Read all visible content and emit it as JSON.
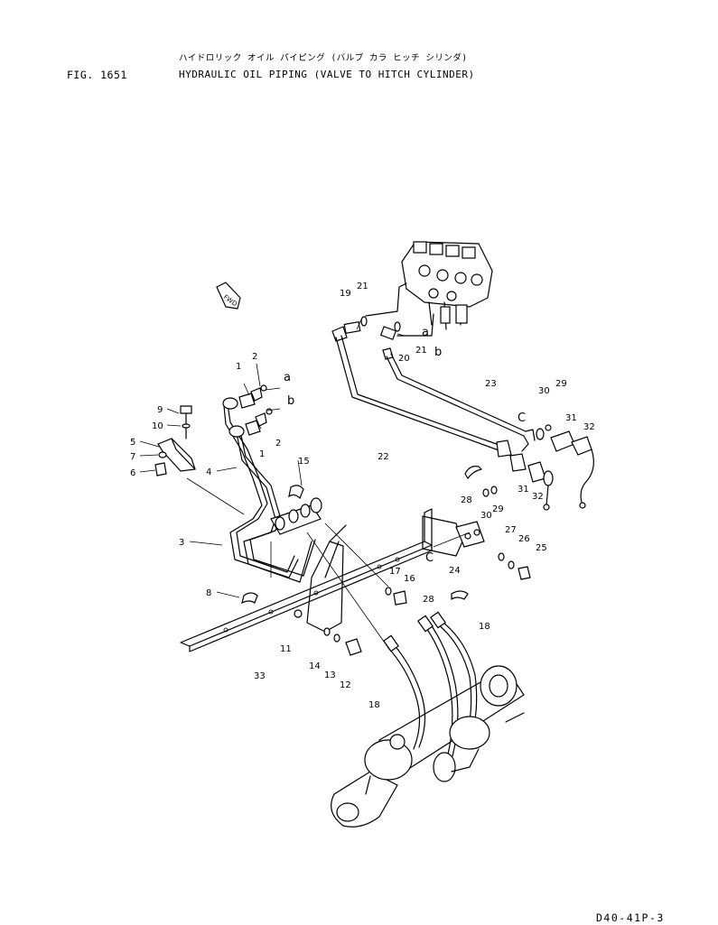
{
  "header": {
    "title_kana": "ハイドロリック オイル パイピング (バルブ カラ ヒッチ シリンダ)",
    "fig_label": "FIG. 1651",
    "title_en": "HYDRAULIC OIL PIPING (VALVE TO HITCH CYLINDER)"
  },
  "footer": {
    "page_code": "D40-41P-3"
  },
  "fwd_label": "FWD",
  "callouts": {
    "n1a": "1",
    "n1b": "1",
    "n2a": "2",
    "n2b": "2",
    "n3": "3",
    "n4": "4",
    "n5": "5",
    "n6": "6",
    "n7": "7",
    "n8": "8",
    "n9": "9",
    "n10": "10",
    "n11": "11",
    "n12": "12",
    "n13": "13",
    "n14": "14",
    "n15": "15",
    "n16": "16",
    "n17": "17",
    "n18a": "18",
    "n18b": "18",
    "n19": "19",
    "n20": "20",
    "n21a": "21",
    "n21b": "21",
    "n22": "22",
    "n23": "23",
    "n24": "24",
    "n25": "25",
    "n26": "26",
    "n27": "27",
    "n28a": "28",
    "n28b": "28",
    "n29a": "29",
    "n29b": "29",
    "n30a": "30",
    "n30b": "30",
    "n31a": "31",
    "n31b": "31",
    "n32a": "32",
    "n32b": "32",
    "n33": "33"
  },
  "refs": {
    "a_left": "a",
    "b_left": "b",
    "a_valve": "a",
    "b_valve": "b",
    "c_top": "C",
    "c_bottom": "C"
  }
}
